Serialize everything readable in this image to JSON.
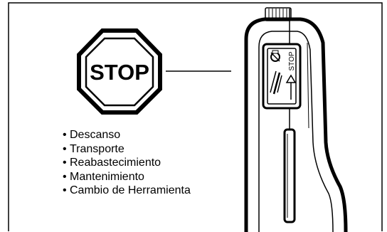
{
  "stop_sign": {
    "label": "STOP"
  },
  "switch_label": "STOP",
  "usage_list": [
    "Descanso",
    "Transporte",
    "Reabastecimiento",
    "Mantenimiento",
    "Cambio de Herramienta"
  ],
  "colors": {
    "ink": "#000000",
    "paper": "#ffffff"
  }
}
